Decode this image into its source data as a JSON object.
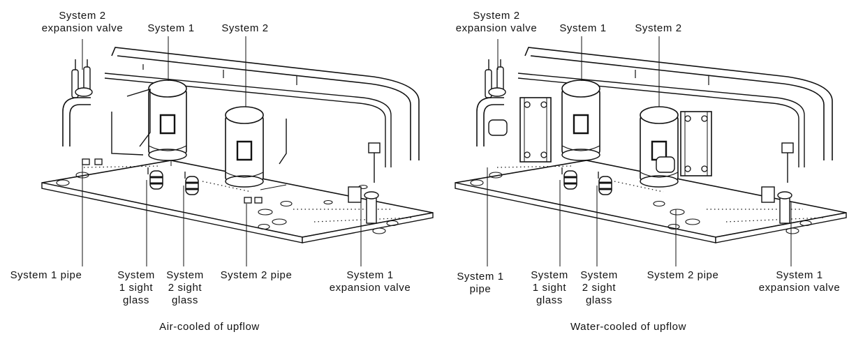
{
  "panels": [
    {
      "caption": "Air-cooled of upflow",
      "labels": {
        "sys2_expansion": [
          "System 2",
          "expansion valve"
        ],
        "system1": "System 1",
        "system2": "System 2",
        "sys1_pipe": [
          "System 1 pipe"
        ],
        "sys1_sight": [
          "System",
          "1 sight",
          "glass"
        ],
        "sys2_sight": [
          "System",
          "2 sight",
          "glass"
        ],
        "sys2_pipe": "System 2 pipe",
        "sys1_expansion": [
          "System 1",
          "expansion valve"
        ]
      }
    },
    {
      "caption": "Water-cooled of upflow",
      "labels": {
        "sys2_expansion": [
          "System 2",
          "expansion valve"
        ],
        "system1": "System 1",
        "system2": "System 2",
        "sys1_pipe": [
          "System 1",
          "pipe"
        ],
        "sys1_sight": [
          "System",
          "1 sight",
          "glass"
        ],
        "sys2_sight": [
          "System",
          "2 sight",
          "glass"
        ],
        "sys2_pipe": "System 2 pipe",
        "sys1_expansion": [
          "System 1",
          "expansion valve"
        ]
      }
    }
  ]
}
